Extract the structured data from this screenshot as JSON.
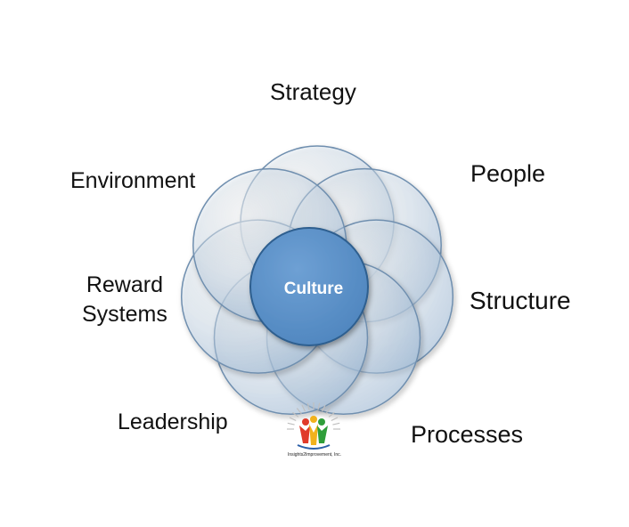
{
  "diagram": {
    "center_label": "Culture",
    "labels": {
      "strategy": "Strategy",
      "people": "People",
      "environment": "Environment",
      "reward_line1": "Reward",
      "reward_line2": "Systems",
      "structure": "Structure",
      "leadership": "Leadership",
      "processes": "Processes"
    },
    "logo_text": "Insights2Improvement, Inc."
  },
  "colors": {
    "center_fill": "#5b8fc7",
    "center_stroke": "#2f5f8f",
    "petal_fill": "#bcd3ea",
    "petal_stroke": "#6f8faf",
    "text": "#111111"
  }
}
